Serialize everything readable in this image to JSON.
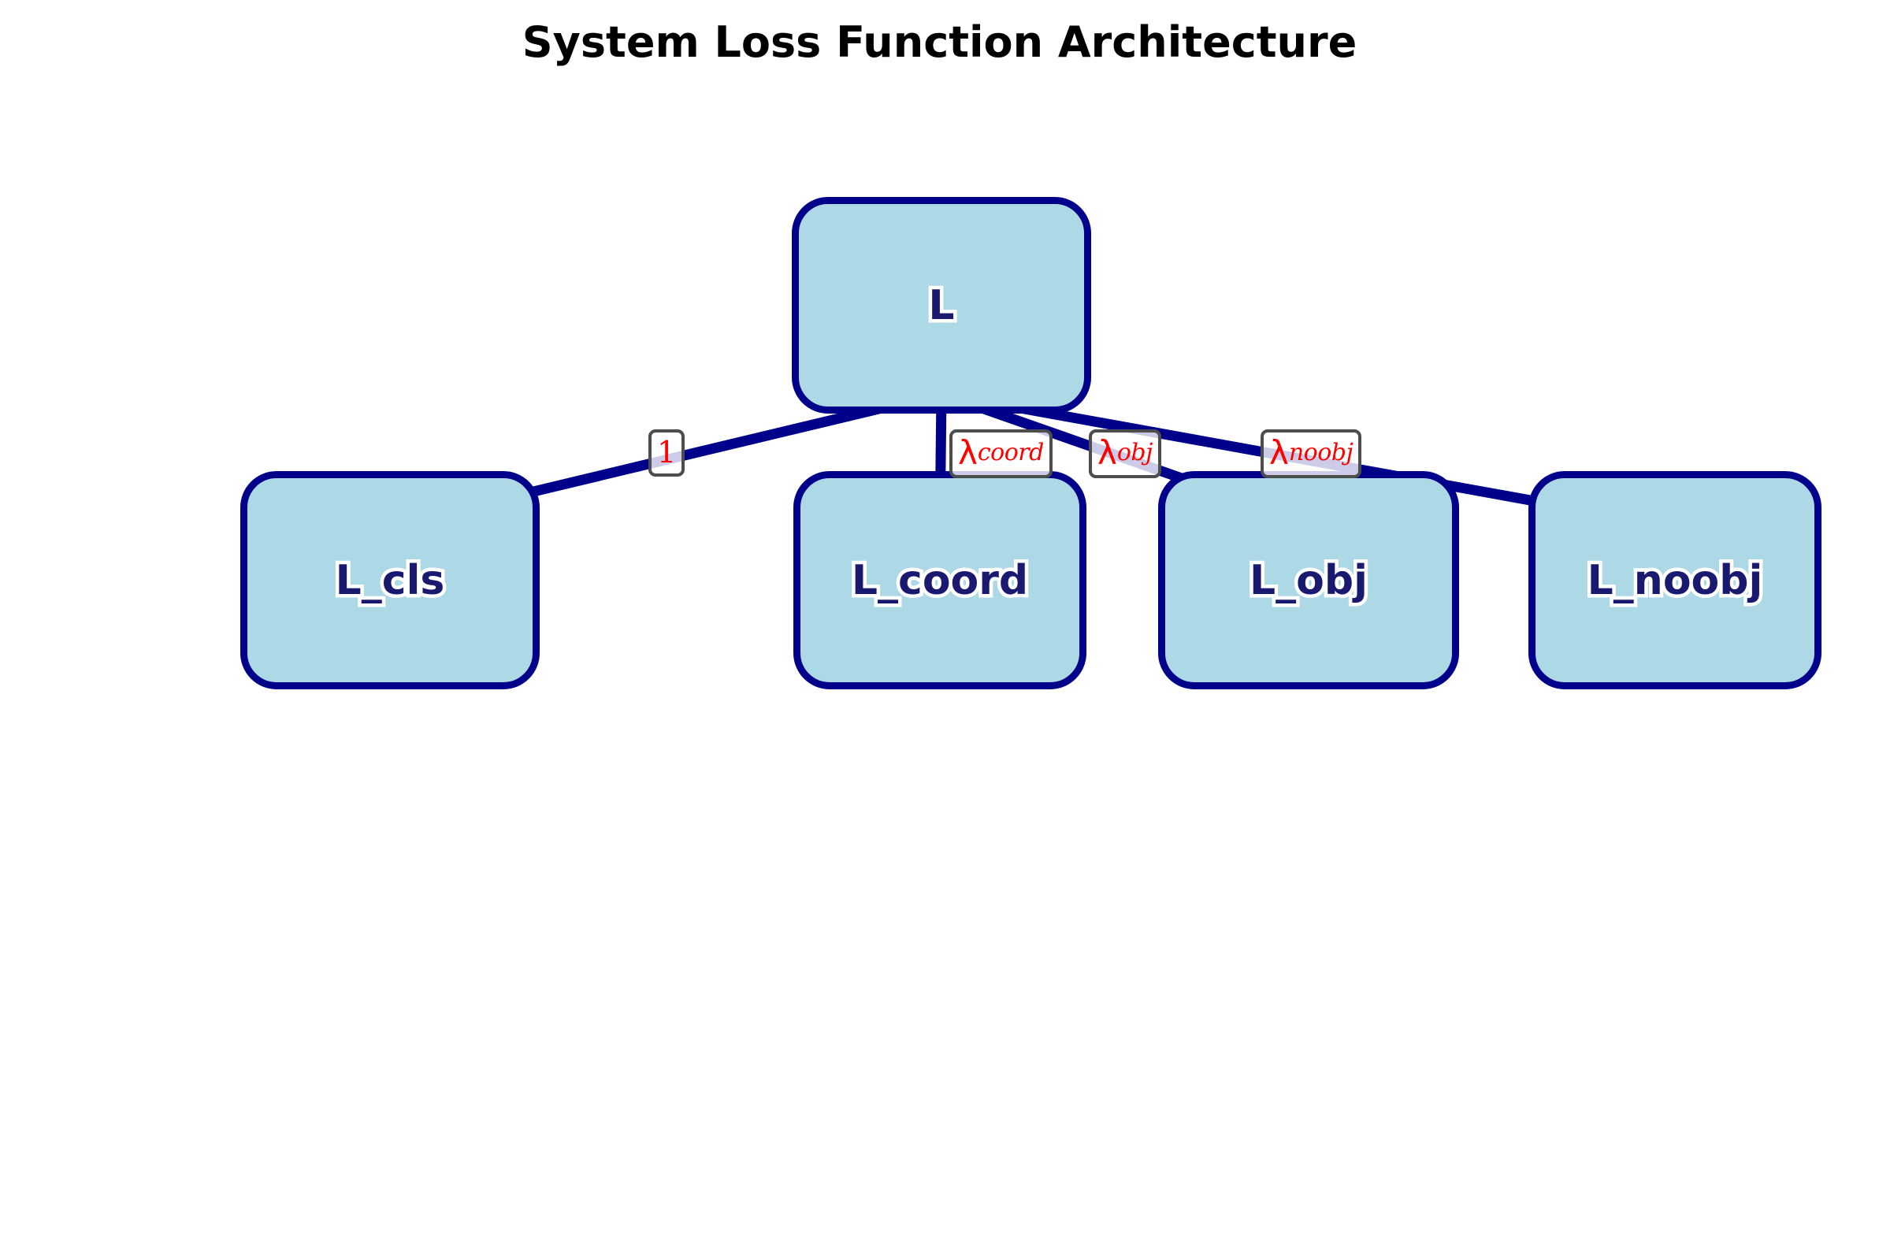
{
  "title": "System Loss Function Architecture",
  "colors": {
    "node_fill": "#add8e6",
    "node_border": "#00008b",
    "node_text": "#191970",
    "edge_line": "#00008b",
    "edge_label_text": "#ff0000",
    "edge_label_border": "#4d4d4d",
    "background": "#ffffff",
    "title_text": "#000000"
  },
  "nodes": [
    {
      "id": "L",
      "label": "L",
      "role": "root"
    },
    {
      "id": "L_cls",
      "label": "L_cls",
      "role": "leaf"
    },
    {
      "id": "L_coord",
      "label": "L_coord",
      "role": "leaf"
    },
    {
      "id": "L_obj",
      "label": "L_obj",
      "role": "leaf"
    },
    {
      "id": "L_noobj",
      "label": "L_noobj",
      "role": "leaf"
    }
  ],
  "edges": [
    {
      "from": "L",
      "to": "L_cls",
      "label": "1",
      "label_base": "1",
      "label_sub": ""
    },
    {
      "from": "L",
      "to": "L_coord",
      "label": "λcoord",
      "label_base": "λ",
      "label_sub": "coord"
    },
    {
      "from": "L",
      "to": "L_obj",
      "label": "λobj",
      "label_base": "λ",
      "label_sub": "obj"
    },
    {
      "from": "L",
      "to": "L_noobj",
      "label": "λnoobj",
      "label_base": "λ",
      "label_sub": "noobj"
    }
  ],
  "chart_data": {
    "type": "diagram",
    "title": "System Loss Function Architecture",
    "graph_kind": "tree",
    "root": "L",
    "children": [
      "L_cls",
      "L_coord",
      "L_obj",
      "L_noobj"
    ],
    "edge_weights": {
      "L->L_cls": "1",
      "L->L_coord": "λ_coord",
      "L->L_obj": "λ_obj",
      "L->L_noobj": "λ_noobj"
    }
  }
}
